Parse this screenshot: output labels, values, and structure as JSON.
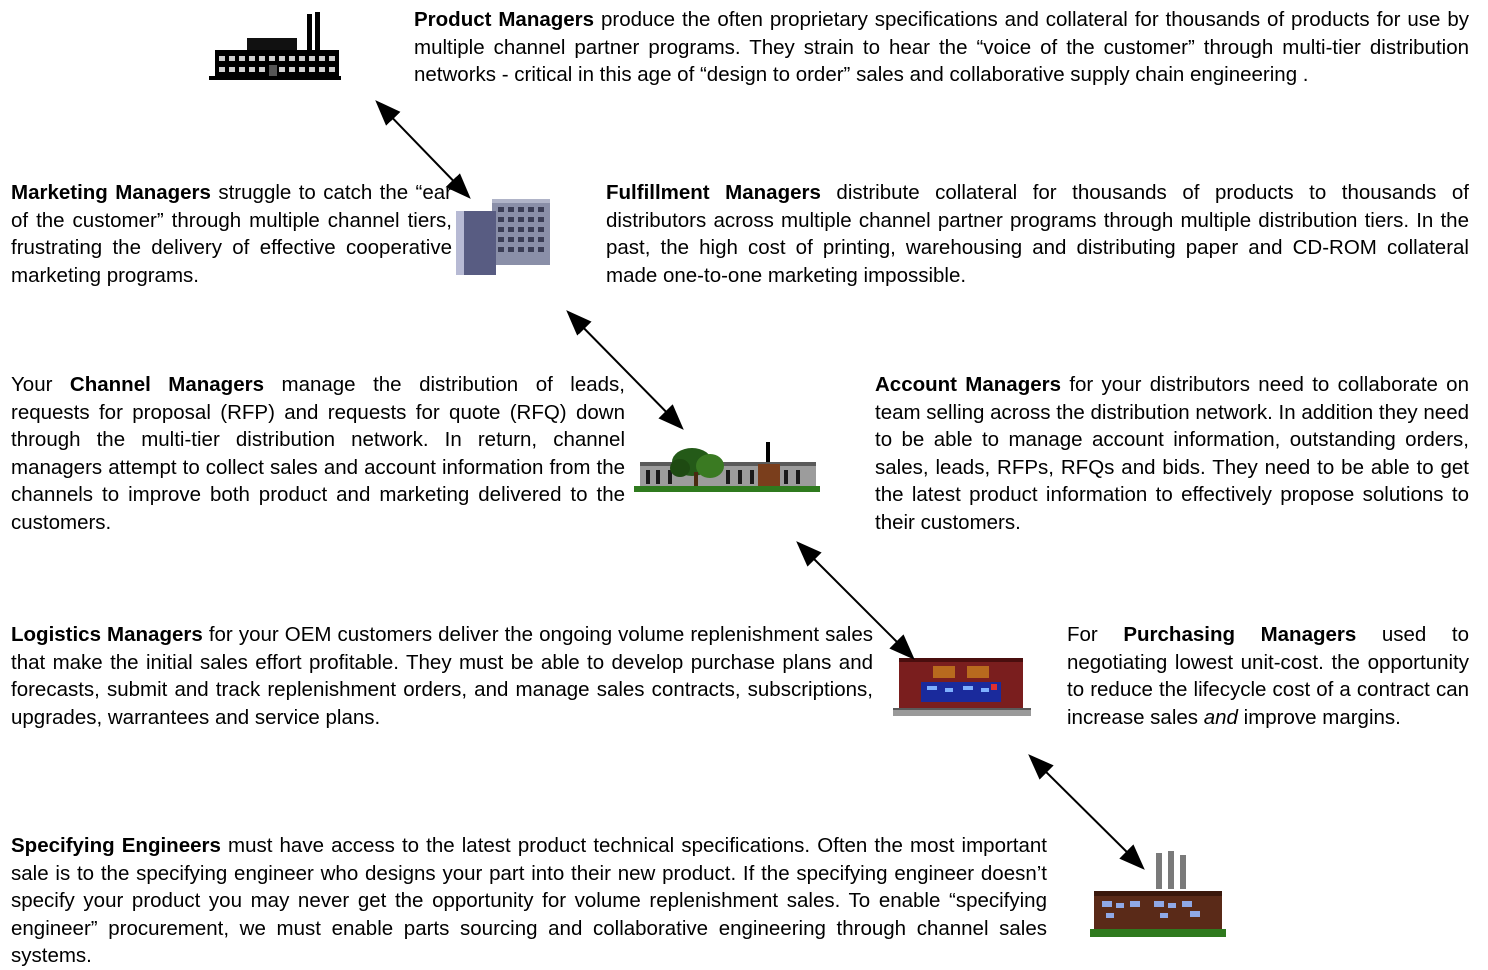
{
  "blocks": {
    "product": {
      "bold": "Product Managers",
      "text": " produce the often proprietary specifications and collateral for thousands of products for use by multiple channel partner programs.  They strain to hear the “voice of the customer” through multi-tier distribution networks - critical in this age of  “design to order” sales and collaborative supply chain engineering ."
    },
    "marketing": {
      "bold": "Marketing Managers",
      "text": " struggle to catch the “ear of the customer” through multiple channel tiers, frustrating the delivery of effective cooperative marketing programs."
    },
    "fulfillment": {
      "bold": "Fulfillment Managers",
      "text": " distribute collateral for thousands of products to thousands of distributors across multiple channel partner programs through multiple distribution tiers.  In the past, the high cost of printing, warehousing and distributing paper and CD-ROM collateral made one-to-one marketing impossible."
    },
    "channel": {
      "before": "Your ",
      "bold": "Channel Managers",
      "text": " manage the distribution of leads, requests for proposal (RFP) and requests for quote (RFQ) down through the multi-tier distribution network. In return, channel managers attempt to collect sales and account information from the channels to improve both product and marketing delivered to the customers."
    },
    "account": {
      "bold": "Account Managers",
      "text": " for your distributors need to collaborate on team selling across the distribution network.  In addition they need to be able to manage account information, outstanding orders, sales, leads, RFPs, RFQs and bids.  They need to be able to get the latest product information to effectively propose solutions to their customers."
    },
    "logistics": {
      "bold": "Logistics Managers",
      "text": " for your OEM customers deliver the ongoing volume replenishment sales that make the initial sales effort profitable.  They must be able to develop purchase plans and forecasts, submit and track replenishment orders, and manage sales contracts, subscriptions, upgrades, warrantees and service plans."
    },
    "purchasing": {
      "before": "For ",
      "bold": "Purchasing Managers",
      "text": " used to negotiating lowest unit-cost.   the opportunity to reduce the lifecycle cost of a contract can increase sales ",
      "italic": "and",
      "after": " improve margins."
    },
    "specifying": {
      "bold": "Specifying Engineers",
      "text": " must have access to the latest product technical specifications.  Often the most important sale is to the specifying engineer who designs your part into their new product.  If the specifying engineer doesn’t specify your product you may never get the opportunity for volume replenishment sales.  To enable “specifying engineer” procurement, we must enable parts sourcing and collaborative engineering through channel sales systems."
    }
  },
  "icons": [
    "factory-icon",
    "office-building-icon",
    "campus-icon",
    "storefront-icon",
    "plant-icon"
  ]
}
